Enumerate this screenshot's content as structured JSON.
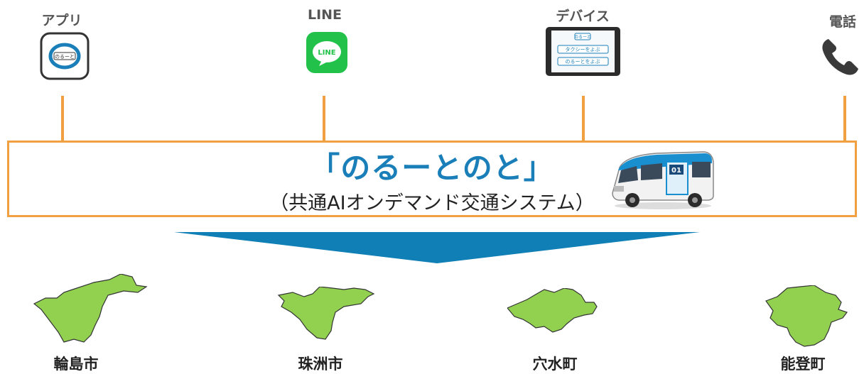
{
  "channels": [
    {
      "label": "アプリ",
      "icon": "app-icon"
    },
    {
      "label": "LINE",
      "icon": "line-icon"
    },
    {
      "label": "デバイス",
      "icon": "tablet-icon"
    },
    {
      "label": "電話",
      "icon": "phone-icon"
    }
  ],
  "app_icon_text": "のるーと",
  "line_icon_text": "LINE",
  "tablet": {
    "logo": "のるーと",
    "button1": "タクシーをよぶ",
    "button2": "のるーとをよぶ"
  },
  "banner": {
    "title": "「のるーとのと」",
    "subtitle": "（共通AIオンデマンド交通システム）"
  },
  "van": {
    "number": "01"
  },
  "regions": [
    {
      "label": "輪島市"
    },
    {
      "label": "珠洲市"
    },
    {
      "label": "穴水町"
    },
    {
      "label": "能登町"
    }
  ],
  "colors": {
    "accent_orange": "#f0a040",
    "title_blue": "#1a7fb8",
    "arrow_blue": "#0f7fb5",
    "map_green": "#92d050",
    "line_green": "#22c24a"
  }
}
